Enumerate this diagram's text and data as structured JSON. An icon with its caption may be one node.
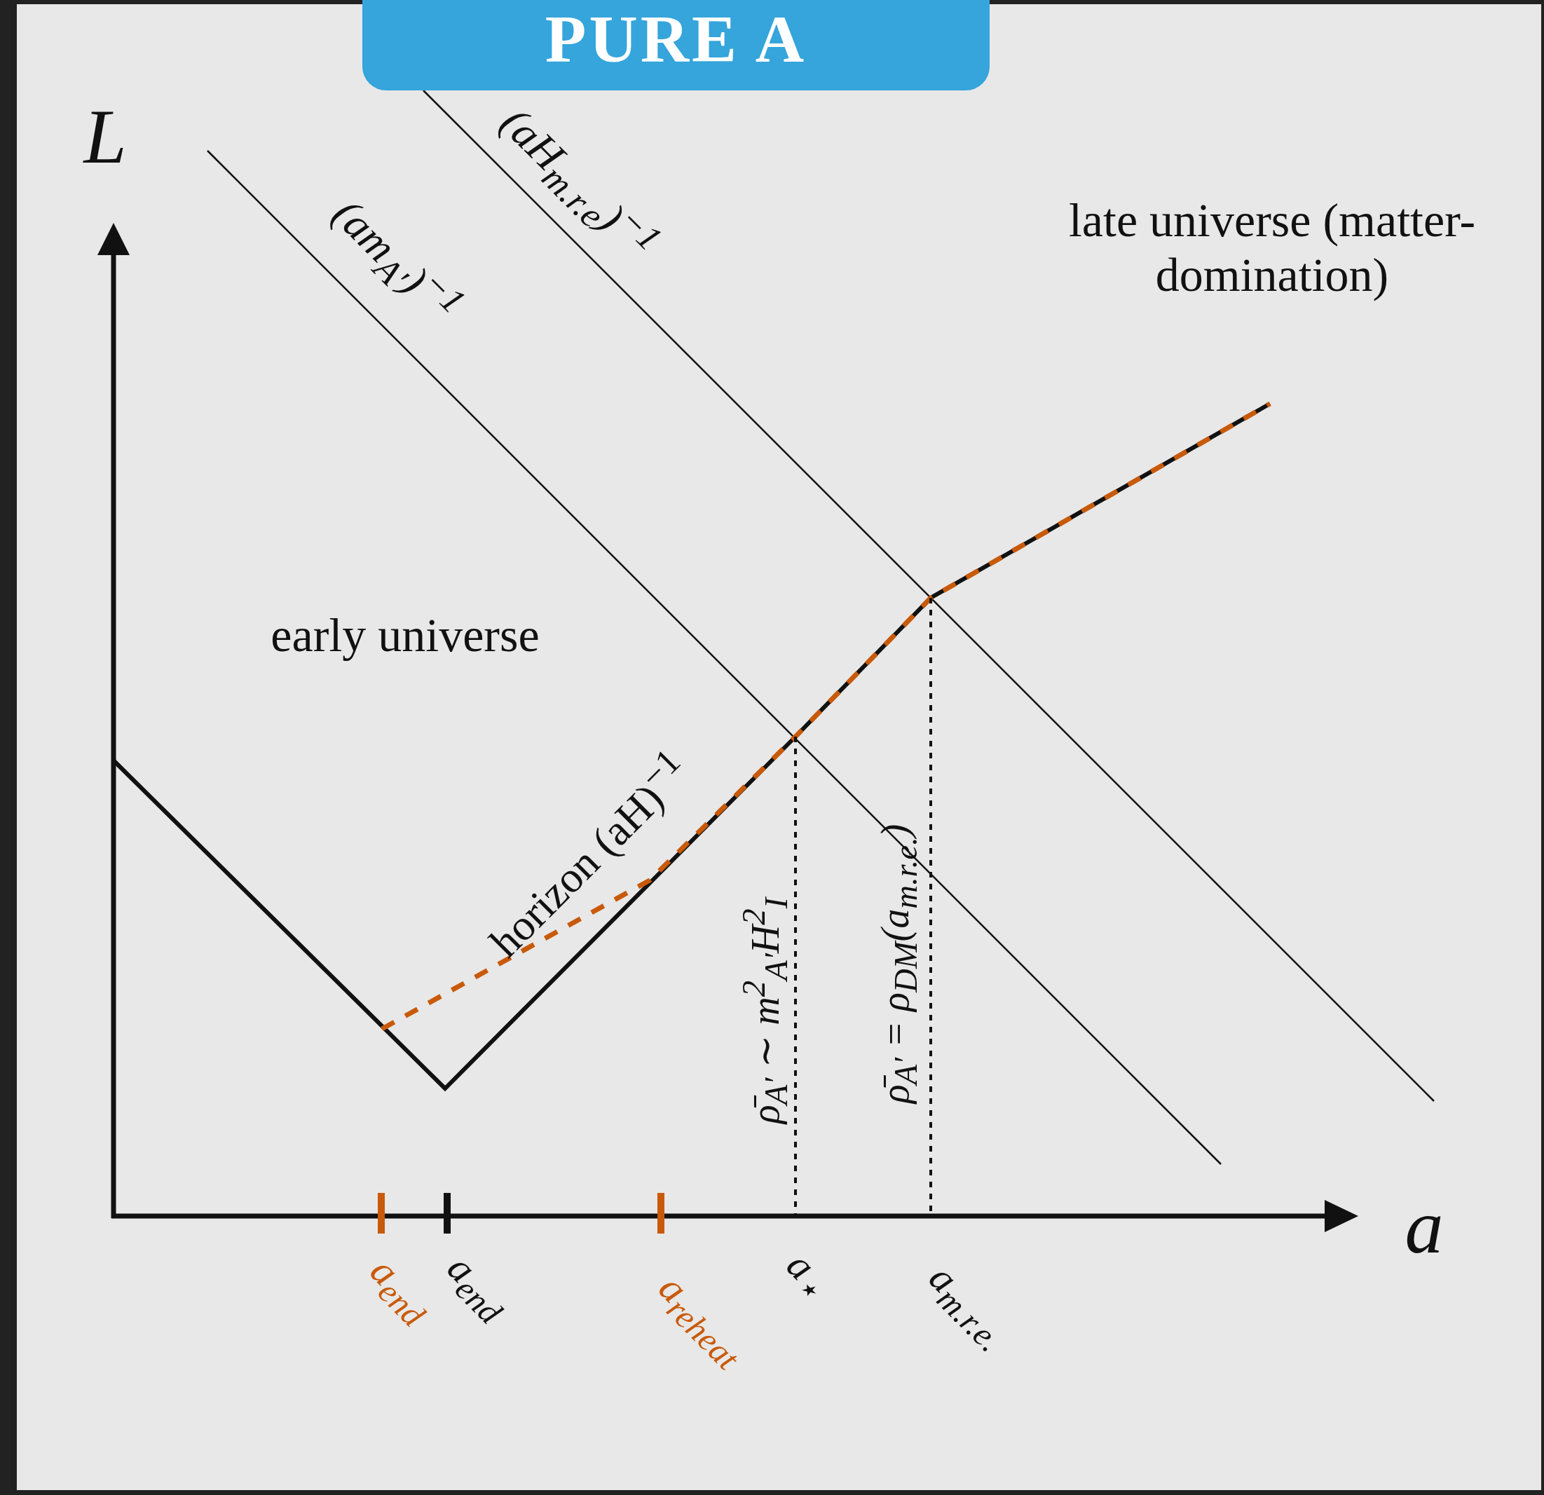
{
  "diagram": {
    "title": "PURE A",
    "labels": [
      "L",
      "(aH$_{m.r.e}$)$^{−1}$",
      "(am$_{A′}$)$^{−1}$",
      "late universe (matter-domination)",
      "early universe",
      "horizon (aH)$^{−1}$",
      "ρ̄$_{A′}$ ∼ m$^{2}$$_{A′}$H$^{2}$$_{I}$",
      "ρ̄$_{A′}$ = ρ$_{DM}$(a$_{m.r.e.}$)",
      "a",
      "a$_{end}$",
      "a$_{end}$",
      "a$_{reheat}$",
      "a$_{⋆}$",
      "a$_{m.r.e.}$"
    ]
  }
}
